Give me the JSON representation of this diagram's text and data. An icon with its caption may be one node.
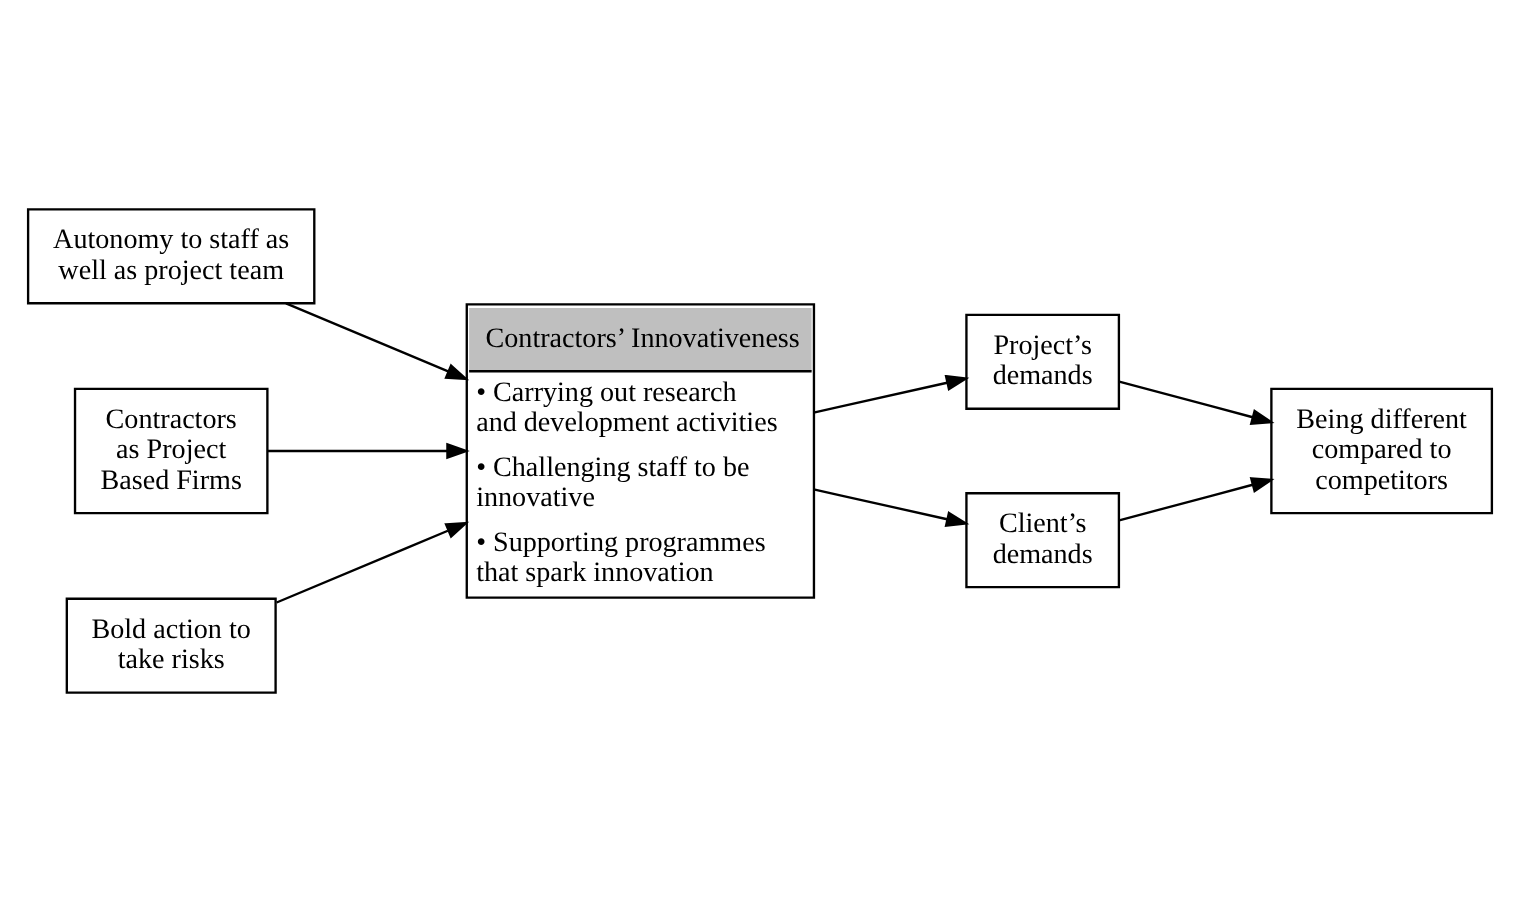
{
  "diagram": {
    "nodes": [
      {
        "text": [
          "Autonomy to staff as well as project team"
        ]
      },
      {
        "text": [
          "Contractors as Project Based Firms"
        ]
      },
      {
        "text": [
          "Contractors’ Innovativeness",
          "• Carrying out research and development activities",
          "• Challenging staff to be innovative",
          "• Supporting programmes that spark innovation"
        ]
      },
      {
        "text": [
          "Bold action to take risks"
        ]
      },
      {
        "text": [
          "Project’s demands"
        ]
      },
      {
        "text": [
          "Client’s demands"
        ]
      },
      {
        "text": [
          "Being different compared to competitors"
        ]
      }
    ],
    "edges": [
      {
        "from": 0,
        "to": 2,
        "arrow": "to"
      },
      {
        "from": 1,
        "to": 2,
        "arrow": "to"
      },
      {
        "from": 3,
        "to": 2,
        "arrow": "to"
      },
      {
        "from": 2,
        "to": 4,
        "arrow": "to"
      },
      {
        "from": 2,
        "to": 5,
        "arrow": "to"
      },
      {
        "from": 4,
        "to": 6,
        "arrow": "to"
      },
      {
        "from": 5,
        "to": 6,
        "arrow": "to"
      }
    ]
  }
}
